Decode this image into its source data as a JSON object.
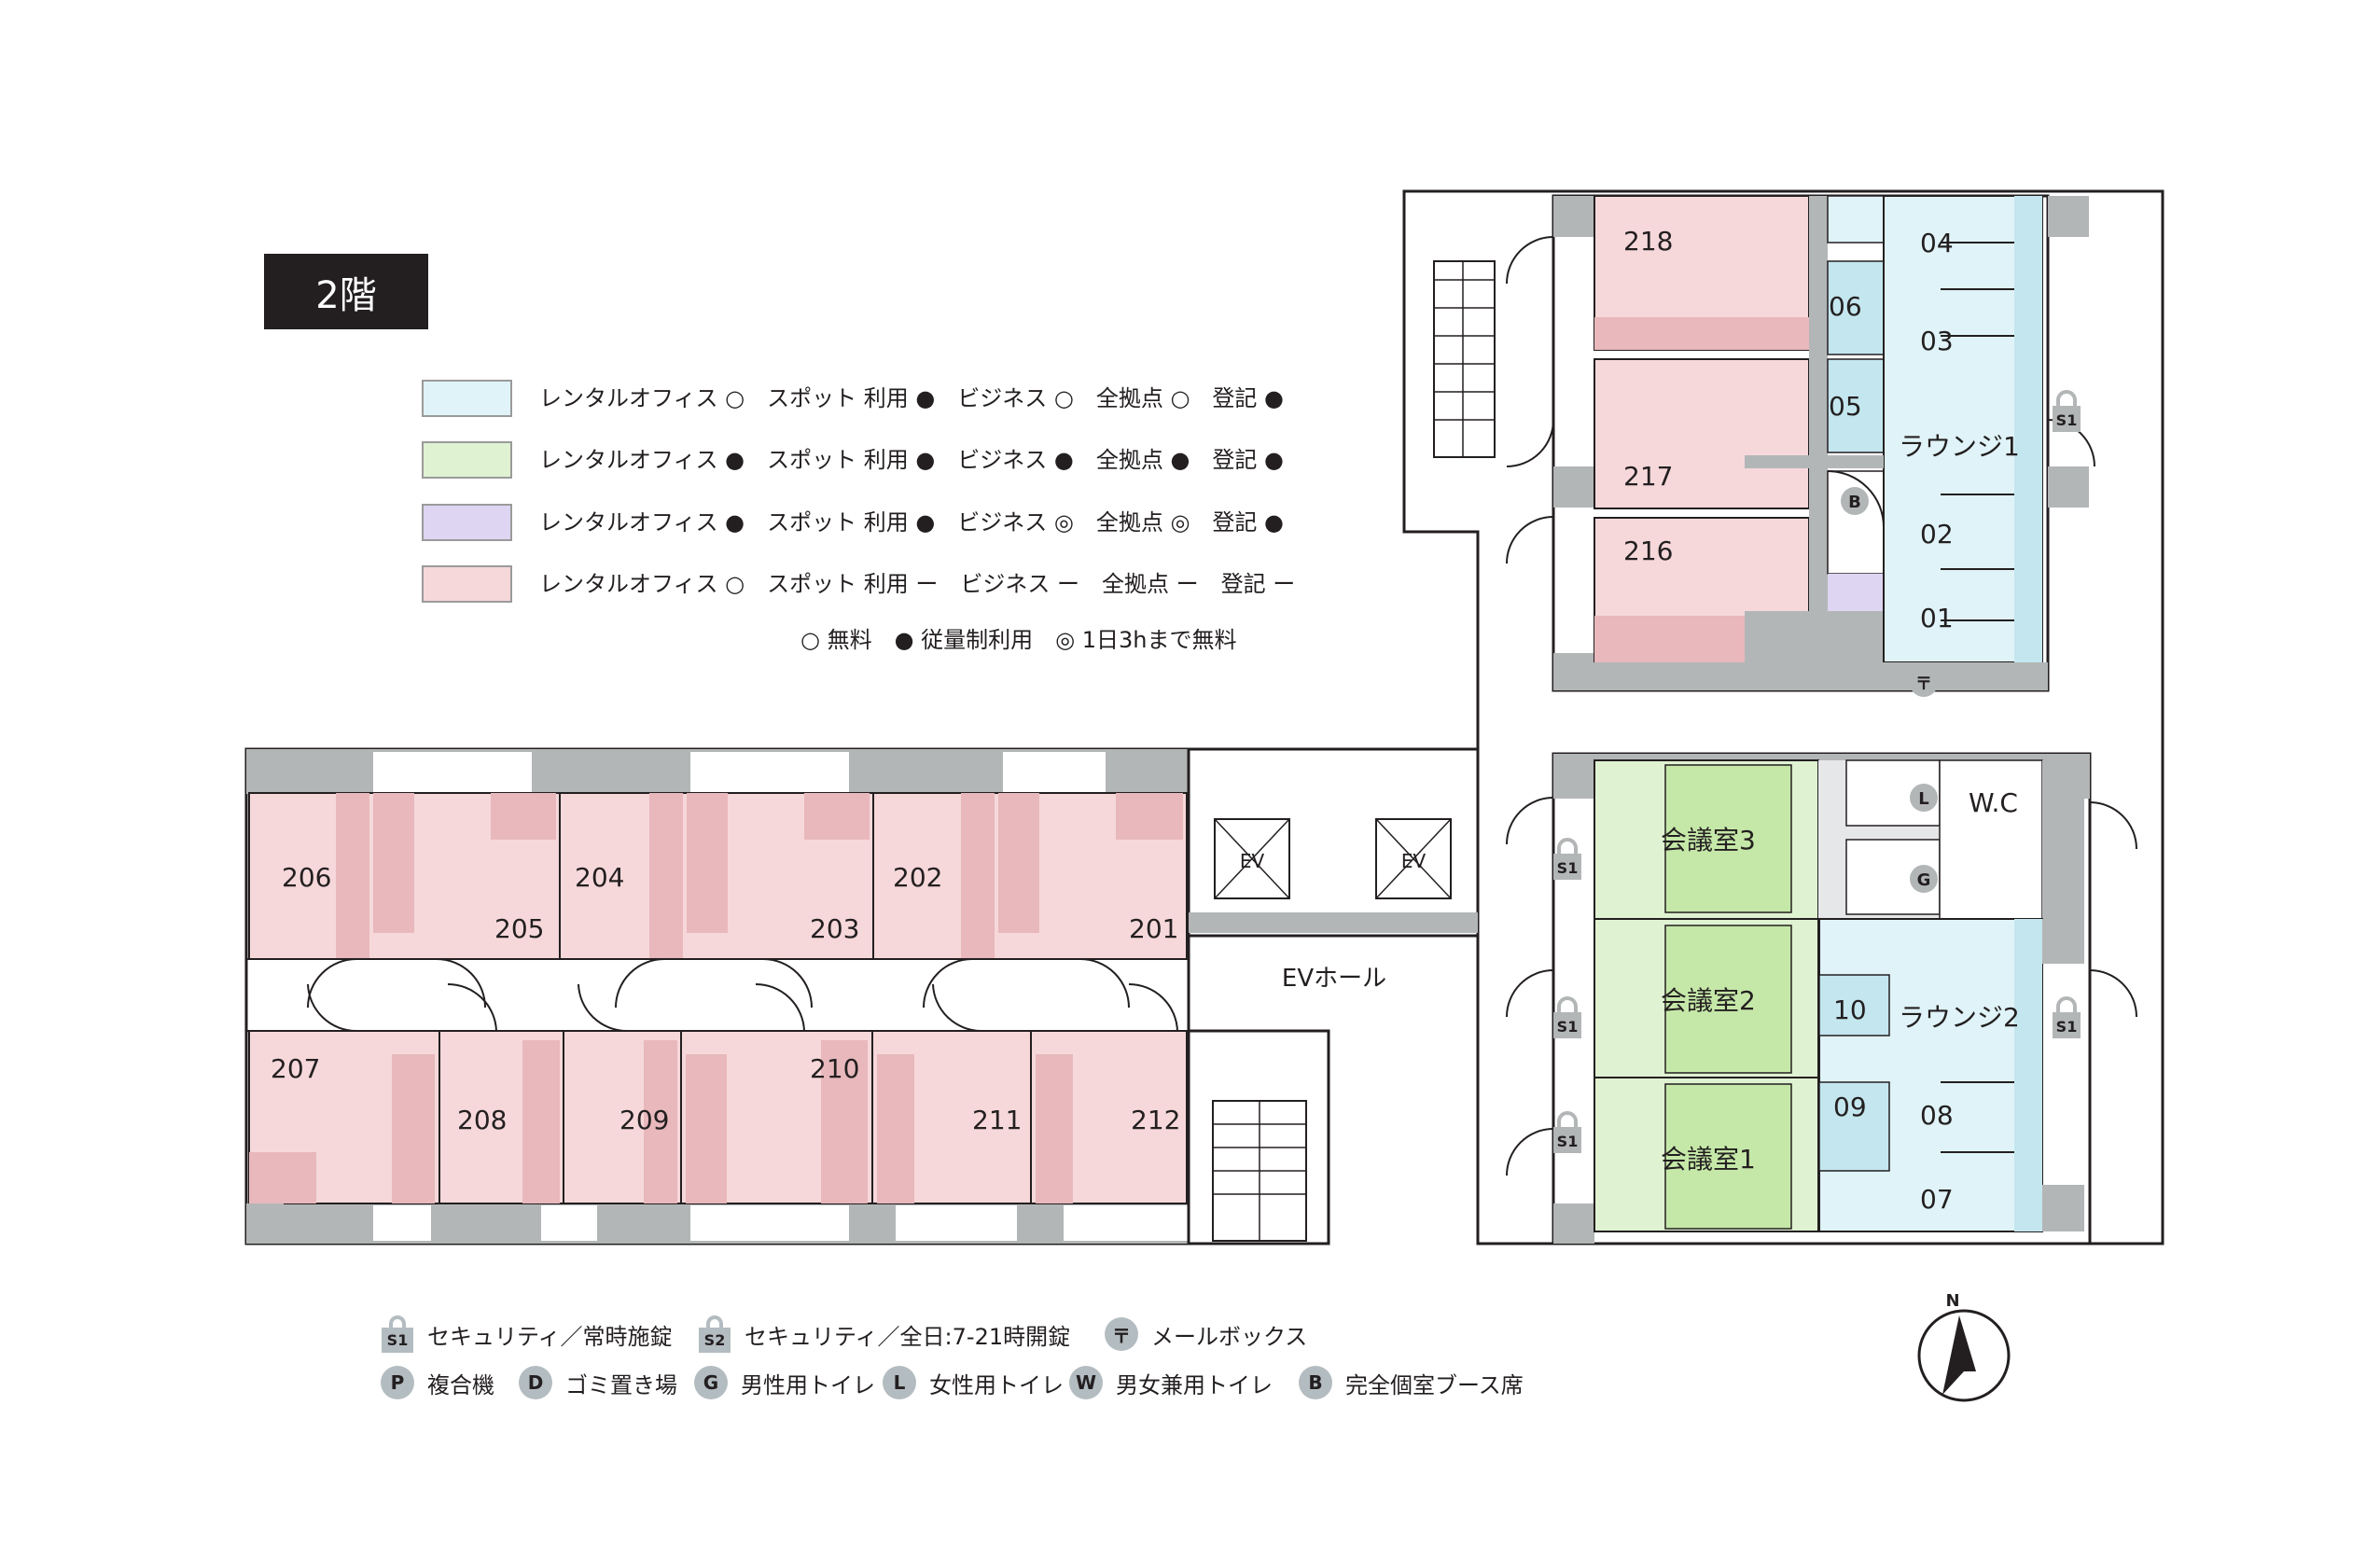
{
  "floor_label": "2階",
  "legend": {
    "rows": [
      {
        "color": "#dff3f8",
        "text": "レンタルオフィス ○　スポット 利用 ●　ビジネス ○　全拠点 ○　登記 ●"
      },
      {
        "color": "#dff2d2",
        "text": "レンタルオフィス ●　スポット 利用 ●　ビジネス ●　全拠点 ●　登記 ●"
      },
      {
        "color": "#ddd5f2",
        "text": "レンタルオフィス ●　スポット 利用 ●　ビジネス ◎　全拠点 ◎　登記 ●"
      },
      {
        "color": "#f6d8da",
        "text": "レンタルオフィス ○　スポット 利用 ー　ビジネス ー　全拠点 ー　登記 ー"
      }
    ],
    "symbol_key": "○ 無料　● 従量制利用　◎ 1日3hまで無料"
  },
  "icon_key": [
    {
      "badge": "S1",
      "icon": "lock-icon",
      "label": "セキュリティ／常時施錠"
    },
    {
      "badge": "S2",
      "icon": "lock-icon",
      "label": "セキュリティ／全日:7-21時開錠"
    },
    {
      "badge": "〒",
      "icon": "mailbox-icon",
      "label": "メールボックス"
    },
    {
      "badge": "P",
      "icon": "printer-icon",
      "label": "複合機"
    },
    {
      "badge": "D",
      "icon": "trash-icon",
      "label": "ゴミ置き場"
    },
    {
      "badge": "G",
      "icon": "mens-toilet-icon",
      "label": "男性用トイレ"
    },
    {
      "badge": "L",
      "icon": "womens-toilet-icon",
      "label": "女性用トイレ"
    },
    {
      "badge": "W",
      "icon": "unisex-toilet-icon",
      "label": "男女兼用トイレ"
    },
    {
      "badge": "B",
      "icon": "booth-icon",
      "label": "完全個室ブース席"
    }
  ],
  "map": {
    "colors": {
      "pink": "#f6d8da",
      "pink_dark": "#e8b8bc",
      "blue": "#dff3f8",
      "blue_dark": "#c4e6ee",
      "green": "#dff2d2",
      "green_dark": "#c5e8a8",
      "purple": "#ddd5f2",
      "wall": "#b3b6b7",
      "line": "#231f20"
    },
    "rooms": {
      "r201": "201",
      "r202": "202",
      "r203": "203",
      "r204": "204",
      "r205": "205",
      "r206": "206",
      "r207": "207",
      "r208": "208",
      "r209": "209",
      "r210": "210",
      "r211": "211",
      "r212": "212",
      "r216": "216",
      "r217": "217",
      "r218": "218"
    },
    "booths": {
      "b01": "01",
      "b02": "02",
      "b03": "03",
      "b04": "04",
      "b05": "05",
      "b06": "06",
      "b07": "07",
      "b08": "08",
      "b09": "09",
      "b10": "10"
    },
    "meeting_rooms": {
      "m1": "会議室1",
      "m2": "会議室2",
      "m3": "会議室3"
    },
    "lounges": {
      "l1": "ラウンジ1",
      "l2": "ラウンジ2"
    },
    "elevators": {
      "ev1": "EV",
      "ev2": "EV"
    },
    "ev_hall": "EVホール",
    "wc": "W.C",
    "badges": {
      "s1": "S1",
      "b": "B",
      "l": "L",
      "g": "G",
      "post": "〒"
    },
    "compass": "N"
  }
}
